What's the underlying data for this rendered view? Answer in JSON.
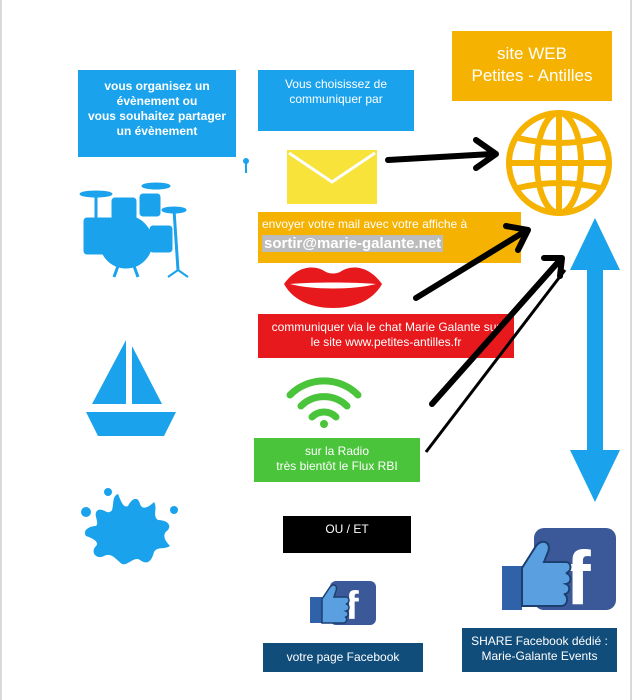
{
  "boxes": {
    "event": [
      "vous organisez  un",
      "évènement ou",
      "vous souhaitez partager",
      "un évènement"
    ],
    "choose": [
      "Vous choisissez de",
      "communiquer par"
    ],
    "site": [
      "site WEB",
      "Petites - Antilles"
    ],
    "mail": {
      "line": "envoyer votre mail avec votre affiche à",
      "address": "sortir@marie-galante.net"
    },
    "chat": [
      "communiquer via le chat Marie Galante sur",
      "le site www.petites-antilles.fr"
    ],
    "radio": [
      "sur la Radio",
      "très bientôt le Flux RBI"
    ],
    "ouet": "OU / ET",
    "page_facebook": "votre page Facebook",
    "share": [
      "SHARE Facebook dédié :",
      "Marie-Galante Events"
    ]
  },
  "colors": {
    "blue": "#1aa3ec",
    "orange": "#f6b200",
    "red": "#e8191c",
    "green": "#4ac43a",
    "black": "#000000",
    "navy": "#114d7a",
    "mail_yellow": "#f8e33a",
    "globe": "#f6b200",
    "lips": "#e8191c",
    "wifi": "#4ac43a"
  },
  "icons": [
    "drum-kit-icon",
    "sailboat-icon",
    "splash-icon",
    "envelope-icon",
    "lips-icon",
    "wifi-icon",
    "globe-icon",
    "facebook-like-icon",
    "double-arrow-icon"
  ]
}
